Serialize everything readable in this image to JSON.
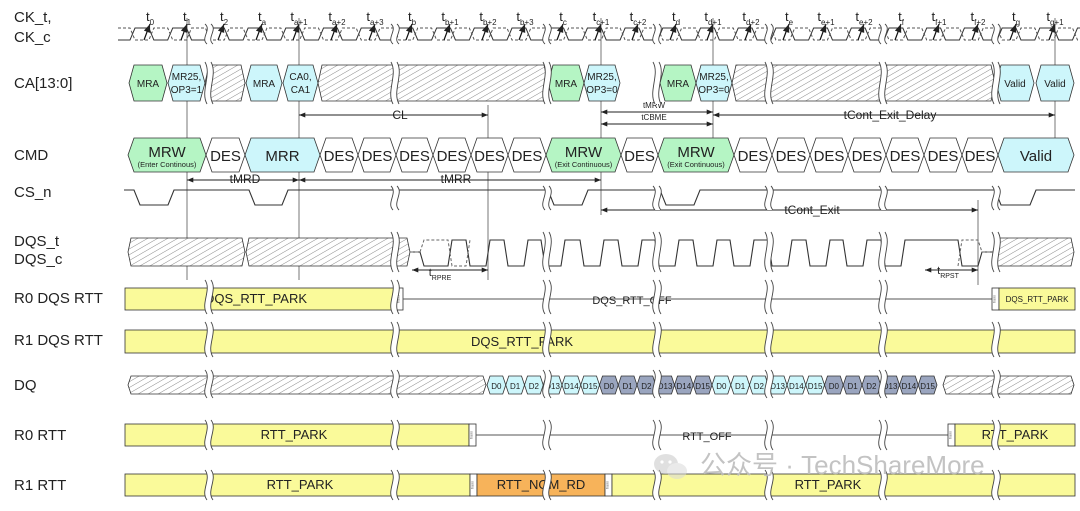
{
  "signals": [
    {
      "id": "ck",
      "lines": [
        "CK_t,",
        "CK_c"
      ]
    },
    {
      "id": "ca",
      "lines": [
        "CA[13:0]"
      ]
    },
    {
      "id": "cmd",
      "lines": [
        "CMD"
      ]
    },
    {
      "id": "cs",
      "lines": [
        "CS_n"
      ]
    },
    {
      "id": "dqs",
      "lines": [
        "DQS_t",
        "DQS_c"
      ]
    },
    {
      "id": "r0dqsrtt",
      "lines": [
        "R0 DQS RTT"
      ]
    },
    {
      "id": "r1dqsrtt",
      "lines": [
        "R1 DQS RTT"
      ]
    },
    {
      "id": "dq",
      "lines": [
        "DQ"
      ]
    },
    {
      "id": "r0rtt",
      "lines": [
        "R0 RTT"
      ]
    },
    {
      "id": "r1rtt",
      "lines": [
        "R1 RTT"
      ]
    }
  ],
  "clock_labels": [
    {
      "base": "t",
      "sub": "0"
    },
    {
      "base": "t",
      "sub": "1"
    },
    {
      "base": "t",
      "sub": "2"
    },
    {
      "base": "t",
      "sub": "a"
    },
    {
      "base": "t",
      "sub": "a+1"
    },
    {
      "base": "t",
      "sub": "a+2"
    },
    {
      "base": "t",
      "sub": "a+3"
    },
    {
      "base": "t",
      "sub": "b"
    },
    {
      "base": "t",
      "sub": "b+1"
    },
    {
      "base": "t",
      "sub": "b+2"
    },
    {
      "base": "t",
      "sub": "b+3"
    },
    {
      "base": "t",
      "sub": "c"
    },
    {
      "base": "t",
      "sub": "c+1"
    },
    {
      "base": "t",
      "sub": "c+2"
    },
    {
      "base": "t",
      "sub": "d"
    },
    {
      "base": "t",
      "sub": "d+1"
    },
    {
      "base": "t",
      "sub": "d+2"
    },
    {
      "base": "t",
      "sub": "e"
    },
    {
      "base": "t",
      "sub": "e+1"
    },
    {
      "base": "t",
      "sub": "e+2"
    },
    {
      "base": "t",
      "sub": "f"
    },
    {
      "base": "t",
      "sub": "f+1"
    },
    {
      "base": "t",
      "sub": "f+2"
    },
    {
      "base": "t",
      "sub": "g"
    },
    {
      "base": "t",
      "sub": "g+1"
    }
  ],
  "ca_labels": [
    {
      "id": "mra1",
      "lines": [
        "MRA"
      ]
    },
    {
      "id": "mr25a",
      "lines": [
        "MR25,",
        "OP3=1"
      ]
    },
    {
      "id": "mra2",
      "lines": [
        "MRA"
      ]
    },
    {
      "id": "ca0",
      "lines": [
        "CA0,",
        "CA1"
      ]
    },
    {
      "id": "mra3",
      "lines": [
        "MRA"
      ]
    },
    {
      "id": "mr25b",
      "lines": [
        "MR25,",
        "OP3=0"
      ]
    },
    {
      "id": "mra4",
      "lines": [
        "MRA"
      ]
    },
    {
      "id": "mr25c",
      "lines": [
        "MR25,",
        "OP3=0"
      ]
    },
    {
      "id": "valid1",
      "lines": [
        "Valid"
      ]
    },
    {
      "id": "valid2",
      "lines": [
        "Valid"
      ]
    }
  ],
  "cmd_labels": {
    "mrw1": {
      "main": "MRW",
      "sub": "(Enter Continous)"
    },
    "mrr": {
      "main": "MRR"
    },
    "mrw2": {
      "main": "MRW",
      "sub": "(Exit Continuous)"
    },
    "mrw3": {
      "main": "MRW",
      "sub": "(Exit Continuous)"
    },
    "valid": {
      "main": "Valid"
    },
    "des": "DES"
  },
  "timing": {
    "cl": "CL",
    "tmrw": "tMRW",
    "tcbme": "tCBME",
    "tcont_exit_delay": "tCont_Exit_Delay",
    "tmrd": "tMRD",
    "tmrr": "tMRR",
    "tcont_exit": "tCont_Exit",
    "trpre": {
      "base": "t",
      "sub": "RPRE"
    },
    "trpst": {
      "base": "t",
      "sub": "RPST"
    }
  },
  "termination": {
    "dqs_rtt_park": "DQS_RTT_PARK",
    "dqs_rtt_off": "DQS_RTT_OFF",
    "dqs_rtt_park_short": "DQS_RTT_PARK",
    "rtt_park": "RTT_PARK",
    "rtt_off": "RTT_OFF",
    "rtt_nom_rd": "RTT_NOM_RD",
    "transition": "trans"
  },
  "dq_beats": [
    "D0",
    "D1",
    "D2",
    "D13",
    "D14",
    "D15"
  ],
  "watermark": {
    "text": "公众号 · TechShareMore"
  },
  "colors": {
    "green": "#b5f5c4",
    "cyan": "#cdf6fb",
    "yellow": "#fafa9a",
    "orange": "#f7b35a",
    "slate": "#9aa5bf",
    "line": "#333333"
  }
}
